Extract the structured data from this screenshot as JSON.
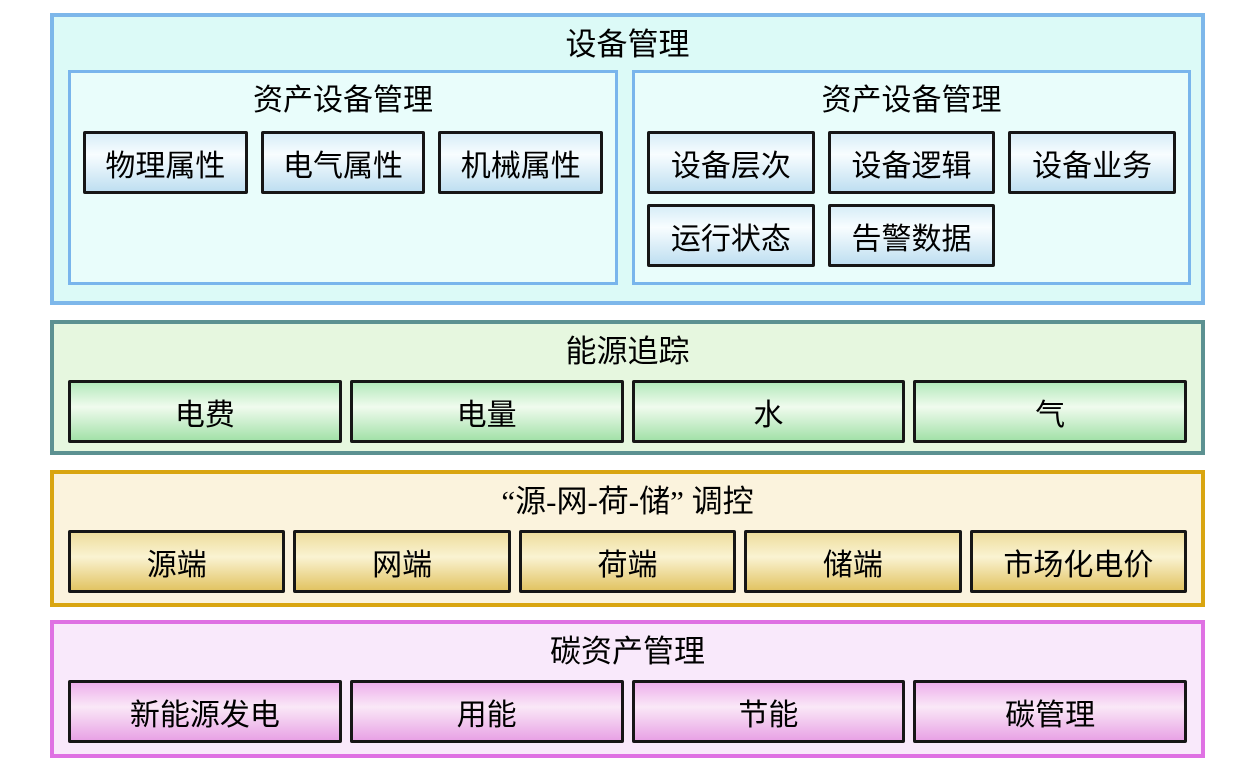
{
  "palette": {
    "device_section_border": "#7db7ea",
    "device_section_bg": "#dcfaf7",
    "device_subbox_border": "#79b5ec",
    "device_subbox_bg": "#e9fdfb",
    "device_node_gradient": [
      "#d7edf7",
      "#f8fdff",
      "#bfdff1"
    ],
    "energy_section_border": "#5c9191",
    "energy_section_bg": "#e6f7df",
    "energy_node_gradient": [
      "#b5e9bc",
      "#f0fbee",
      "#a3e1a9"
    ],
    "regulation_section_border": "#d9a510",
    "regulation_section_bg": "#fbf3dd",
    "regulation_node_gradient": [
      "#eedd9d",
      "#faf3d2",
      "#e2c463"
    ],
    "carbon_section_border": "#df71e3",
    "carbon_section_bg": "#f9e9fb",
    "carbon_node_gradient": [
      "#eeb0ec",
      "#fae8f7",
      "#e8a2e5"
    ],
    "node_border": "#161616",
    "text_color": "#000000"
  },
  "sections": [
    {
      "id": "device-management",
      "title": "设备管理",
      "subboxes": [
        {
          "title": "资产设备管理",
          "rows": [
            [
              "物理属性",
              "电气属性",
              "机械属性"
            ]
          ]
        },
        {
          "title": "资产设备管理",
          "rows": [
            [
              "设备层次",
              "设备逻辑",
              "设备业务"
            ],
            [
              "运行状态",
              "告警数据"
            ]
          ]
        }
      ]
    },
    {
      "id": "energy-tracking",
      "title": "能源追踪",
      "items": [
        "电费",
        "电量",
        "水",
        "气"
      ]
    },
    {
      "id": "source-grid-load-storage-regulation",
      "title": "“源-网-荷-储” 调控",
      "items": [
        "源端",
        "网端",
        "荷端",
        "储端",
        "市场化电价"
      ]
    },
    {
      "id": "carbon-asset-management",
      "title": "碳资产管理",
      "items": [
        "新能源发电",
        "用能",
        "节能",
        "碳管理"
      ]
    }
  ]
}
